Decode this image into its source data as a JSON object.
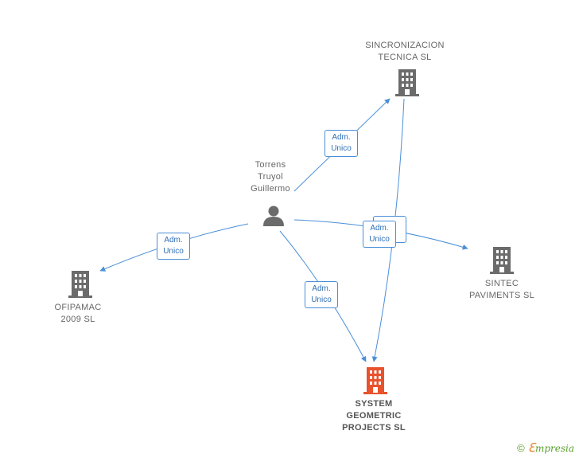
{
  "nodes": {
    "person": {
      "lines": [
        "Torrens",
        "Truyol",
        "Guillermo"
      ],
      "kind": "person"
    },
    "sincronizacion": {
      "lines": [
        "SINCRONIZACION",
        "TECNICA SL"
      ],
      "kind": "company"
    },
    "sintec": {
      "lines": [
        "SINTEC",
        "PAVIMENTS  SL"
      ],
      "kind": "company"
    },
    "ofipamac": {
      "lines": [
        "OFIPAMAC",
        "2009 SL"
      ],
      "kind": "company"
    },
    "system": {
      "lines": [
        "SYSTEM",
        "GEOMETRIC",
        "PROJECTS SL"
      ],
      "kind": "company-focal"
    }
  },
  "edge_label": {
    "line1": "Adm.",
    "line2": "Unico"
  },
  "colors": {
    "edge": "#4a8fd8",
    "company": "#6b6b6b",
    "focal": "#e8522d",
    "person": "#6b6b6b"
  },
  "copyright": {
    "symbol": "©",
    "brand_initial": "ℇ",
    "brand_rest": "mpresia"
  }
}
